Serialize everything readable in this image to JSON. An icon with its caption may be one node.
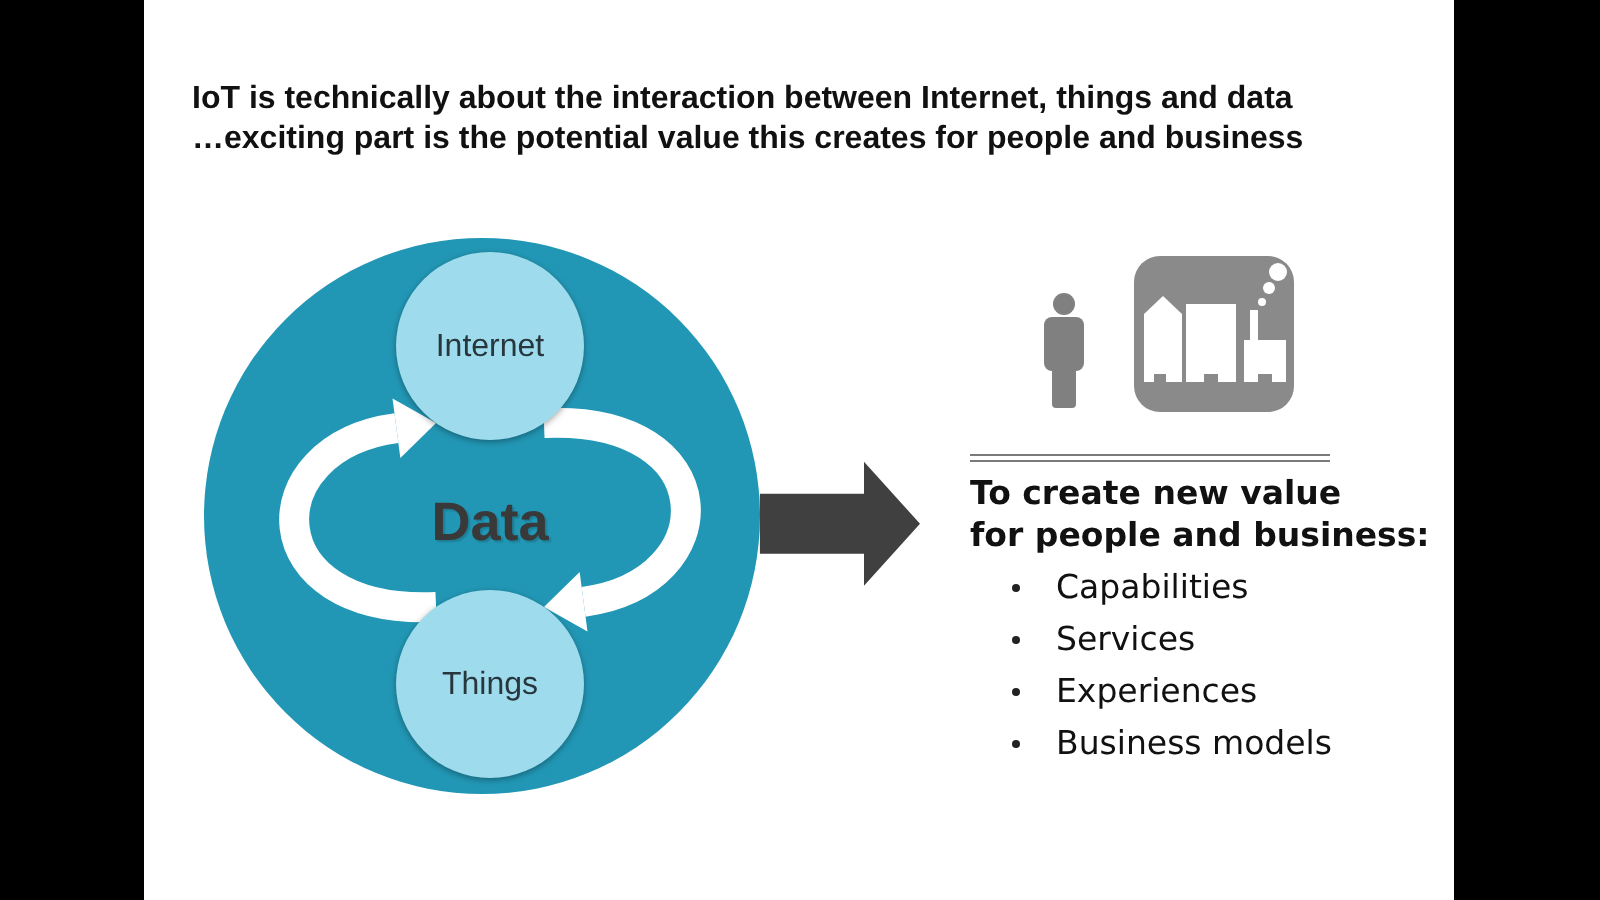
{
  "diagram": {
    "nodes": [
      {
        "text": [
          "Data"
        ]
      },
      {
        "text": [
          "Internet"
        ],
        "in": 0
      },
      {
        "text": [
          "Things"
        ],
        "in": 0
      },
      {
        "text": [
          "To create new value",
          "for people and business:",
          "Capabilities",
          "Services",
          "Experiences",
          "Business models"
        ]
      }
    ],
    "edges": [
      {
        "from": 2,
        "to": 1,
        "arrow": "to"
      },
      {
        "from": 1,
        "to": 2,
        "arrow": "to"
      },
      {
        "from": 0,
        "to": 3,
        "arrow": "to",
        "style": "thick",
        "color": "#404040"
      }
    ],
    "labels": [
      "IoT is technically about the interaction between Internet, things and data",
      "…exciting part is the potential value this creates for people and business"
    ]
  }
}
